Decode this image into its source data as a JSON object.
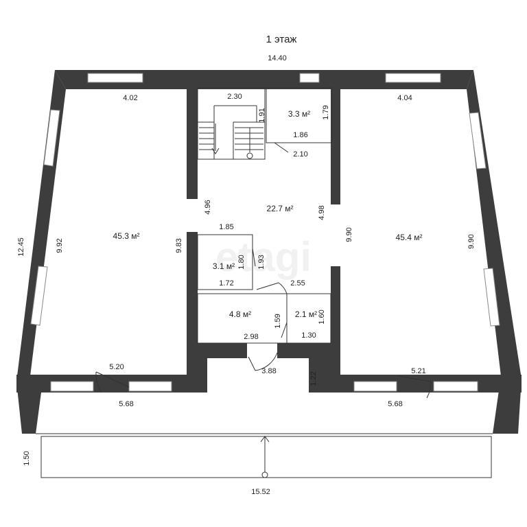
{
  "floor_title": "1 этаж",
  "watermark": "etagi",
  "colors": {
    "wall": "#3d3d3d",
    "window": "#ffffff",
    "line": "#333333",
    "text": "#222222"
  },
  "rooms": {
    "left_hall": "45.3 м²",
    "right_hall": "45.4 м²",
    "corridor": "22.7 м²",
    "wc_top": "3.3 м²",
    "storage": "3.1 м²",
    "room_mid": "4.8 м²",
    "wc_small": "2.1 м²"
  },
  "dimensions": {
    "top_total": "14.40",
    "left_top": "4.02",
    "right_top": "4.04",
    "stairs_width": "2.30",
    "stairs_depth": "1.91",
    "wc_top_h": "1.79",
    "wc_top_w": "1.86",
    "door_w": "2.10",
    "corr_h": "4.96",
    "corr_w": "1.85",
    "corr_right": "4.98",
    "left_outer": "12.45",
    "left_inner": "9.92",
    "left_right": "9.83",
    "right_left": "9.90",
    "right_right": "9.90",
    "storage_h": "1.80",
    "storage_d": "1.93",
    "storage_w": "1.72",
    "mid_w": "2.55",
    "wc_small_h": "1.60",
    "wc_small_d": "1.59",
    "wc_small_w": "1.30",
    "room_mid_w": "2.98",
    "left_bottom": "5.20",
    "left_facade": "5.68",
    "entrance_w": "3.88",
    "step_h": "1.22",
    "right_bottom": "5.21",
    "right_facade": "5.68",
    "terrace_h": "1.50",
    "terrace_w": "15.52"
  }
}
